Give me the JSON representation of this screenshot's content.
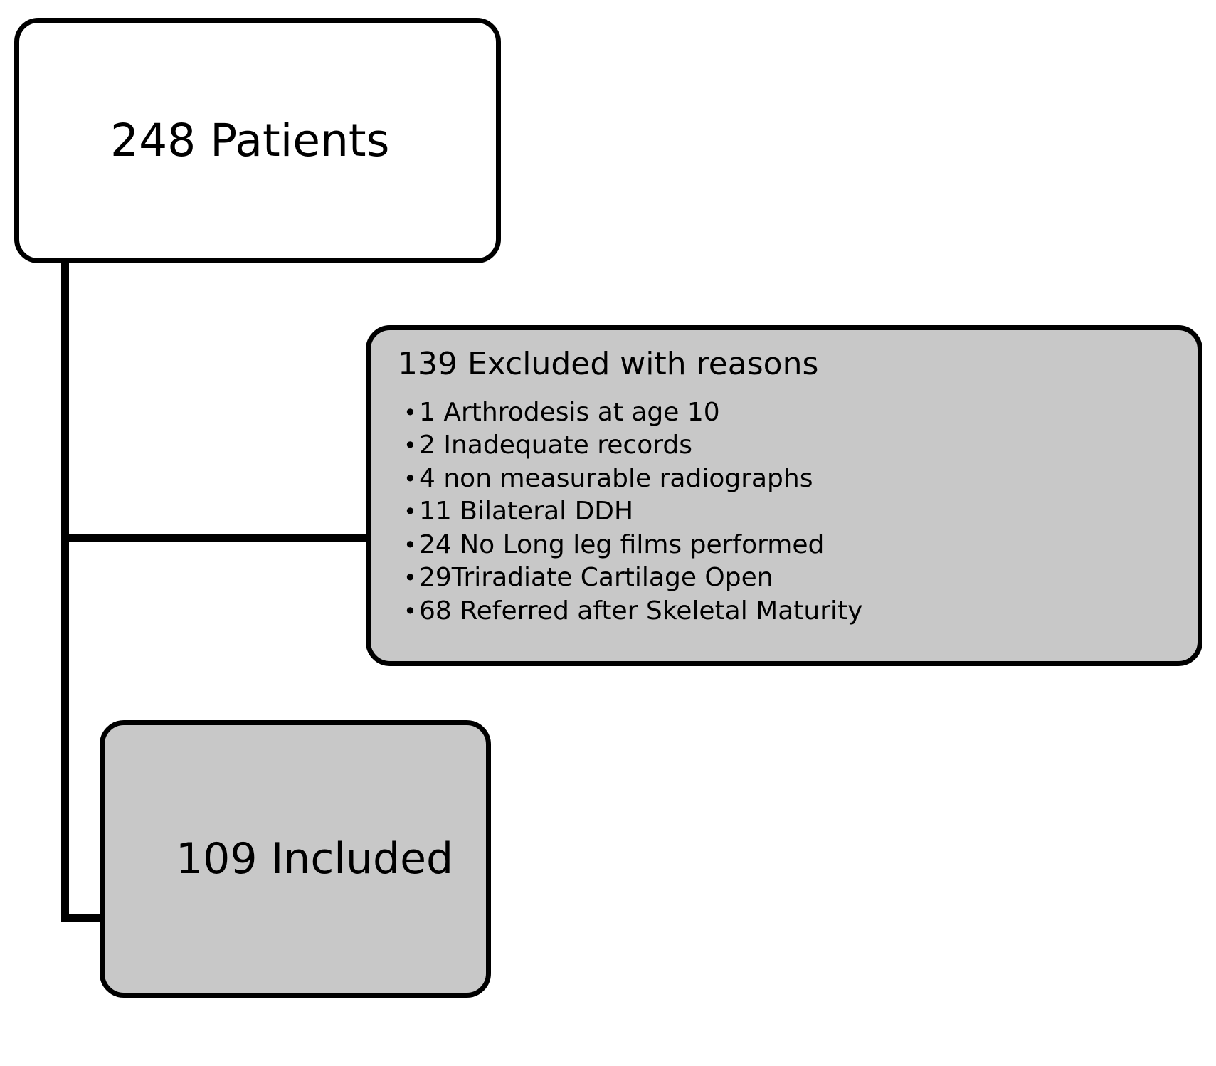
{
  "diagram": {
    "type": "patient-selection-flowchart",
    "colors": {
      "box_fill_white": "#ffffff",
      "box_fill_gray": "#c8c8c8",
      "border": "#000000",
      "text": "#000000",
      "background": "#ffffff"
    },
    "nodes": {
      "total": {
        "label": "248 Patients",
        "count": 248,
        "fill": "white"
      },
      "excluded": {
        "heading": "139 Excluded with reasons",
        "count": 139,
        "fill": "gray",
        "bullet_glyph": "•",
        "reasons": [
          {
            "text": "1 Arthrodesis at age 10",
            "count": 1
          },
          {
            "text": "2 Inadequate records",
            "count": 2
          },
          {
            "text": "4 non measurable radiographs",
            "count": 4
          },
          {
            "text": "11 Bilateral DDH",
            "count": 11
          },
          {
            "text": "24 No Long leg films performed",
            "count": 24
          },
          {
            "text": "29Triradiate Cartilage Open",
            "count": 29
          },
          {
            "text": "68 Referred after Skeletal Maturity",
            "count": 68
          }
        ]
      },
      "included": {
        "label": "109 Included",
        "count": 109,
        "fill": "gray"
      }
    }
  }
}
